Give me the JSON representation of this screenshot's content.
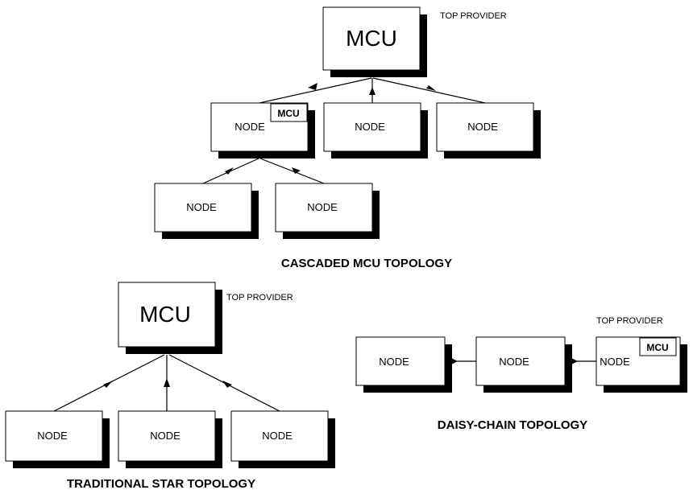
{
  "diagram": {
    "cascaded": {
      "title": "CASCADED MCU TOPOLOGY",
      "top_provider_label": "TOP PROVIDER",
      "top_mcu_label": "MCU",
      "level1_nodes": [
        {
          "label": "NODE",
          "badge": "MCU"
        },
        {
          "label": "NODE"
        },
        {
          "label": "NODE"
        }
      ],
      "level2_nodes": [
        {
          "label": "NODE"
        },
        {
          "label": "NODE"
        }
      ]
    },
    "star": {
      "title": "TRADITIONAL STAR TOPOLOGY",
      "top_provider_label": "TOP PROVIDER",
      "top_mcu_label": "MCU",
      "nodes": [
        {
          "label": "NODE"
        },
        {
          "label": "NODE"
        },
        {
          "label": "NODE"
        }
      ]
    },
    "daisy": {
      "title": "DAISY-CHAIN TOPOLOGY",
      "top_provider_label": "TOP PROVIDER",
      "nodes": [
        {
          "label": "NODE"
        },
        {
          "label": "NODE"
        },
        {
          "label": "NODE",
          "badge": "MCU"
        }
      ]
    }
  }
}
